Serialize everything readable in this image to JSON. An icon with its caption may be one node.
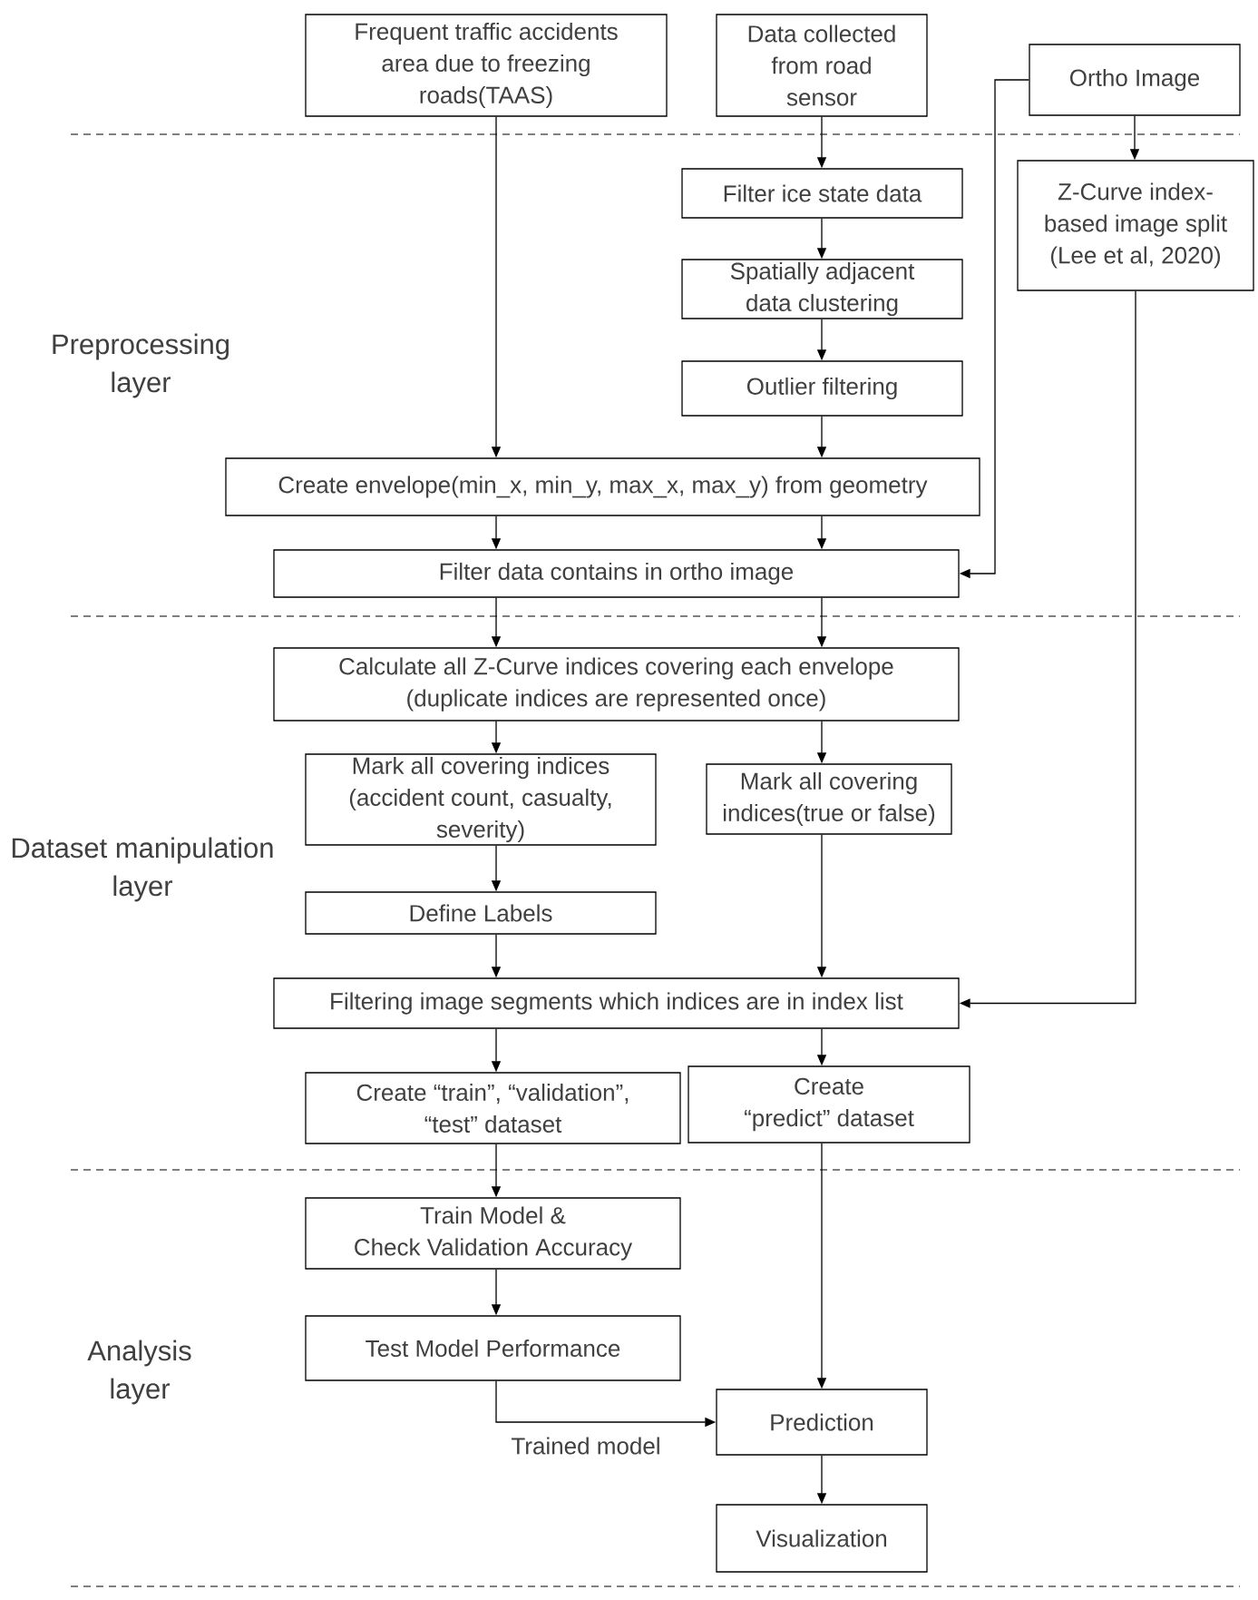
{
  "diagram": {
    "nodes": [
      {
        "text": [
          "Frequent traffic accidents area due to freezing roads(TAAS)"
        ]
      },
      {
        "text": [
          "Data collected from road sensor"
        ]
      },
      {
        "text": [
          "Ortho Image"
        ]
      },
      {
        "text": [
          "Filter ice state data"
        ]
      },
      {
        "text": [
          "Z-Curve index-based image split (Lee et al, 2020)"
        ]
      },
      {
        "text": [
          "Spatially adjacent data clustering"
        ]
      },
      {
        "text": [
          "Outlier filtering"
        ]
      },
      {
        "text": [
          "Create envelope(min_x, min_y, max_x, max_y) from geometry"
        ]
      },
      {
        "text": [
          "Filter data contains in ortho image"
        ]
      },
      {
        "text": [
          "Calculate all Z-Curve indices covering each envelope (duplicate indices are represented once)"
        ]
      },
      {
        "text": [
          "Mark all covering indices (accident count, casualty, severity)"
        ]
      },
      {
        "text": [
          "Mark all covering indices(true or false)"
        ]
      },
      {
        "text": [
          "Define Labels"
        ]
      },
      {
        "text": [
          "Filtering image segments which indices are in index list"
        ]
      },
      {
        "text": [
          "Create “train”, “validation”, “test” dataset"
        ]
      },
      {
        "text": [
          "Create “predict” dataset"
        ]
      },
      {
        "text": [
          "Train Model & Check Validation Accuracy"
        ]
      },
      {
        "text": [
          "Test Model Performance"
        ]
      },
      {
        "text": [
          "Prediction"
        ]
      },
      {
        "text": [
          "Visualization"
        ]
      }
    ],
    "edges": [
      {
        "from": 0,
        "to": 7,
        "arrow": "to"
      },
      {
        "from": 1,
        "to": 3,
        "arrow": "to"
      },
      {
        "from": 2,
        "to": 8,
        "arrow": "to"
      },
      {
        "from": 2,
        "to": 4,
        "arrow": "to"
      },
      {
        "from": 3,
        "to": 5,
        "arrow": "to"
      },
      {
        "from": 5,
        "to": 6,
        "arrow": "to"
      },
      {
        "from": 6,
        "to": 7,
        "arrow": "to"
      },
      {
        "from": 7,
        "to": 8,
        "arrow": "to"
      },
      {
        "from": 7,
        "to": 8,
        "arrow": "to"
      },
      {
        "from": 8,
        "to": 9,
        "arrow": "to"
      },
      {
        "from": 8,
        "to": 9,
        "arrow": "to"
      },
      {
        "from": 9,
        "to": 10,
        "arrow": "to"
      },
      {
        "from": 9,
        "to": 11,
        "arrow": "to"
      },
      {
        "from": 10,
        "to": 12,
        "arrow": "to"
      },
      {
        "from": 12,
        "to": 13,
        "arrow": "to"
      },
      {
        "from": 11,
        "to": 13,
        "arrow": "to"
      },
      {
        "from": 4,
        "to": 13,
        "arrow": "to"
      },
      {
        "from": 13,
        "to": 14,
        "arrow": "to"
      },
      {
        "from": 13,
        "to": 15,
        "arrow": "to"
      },
      {
        "from": 14,
        "to": 16,
        "arrow": "to"
      },
      {
        "from": 16,
        "to": 17,
        "arrow": "to"
      },
      {
        "from": 15,
        "to": 18,
        "arrow": "to"
      },
      {
        "from": 17,
        "to": 18,
        "arrow": "to",
        "label": "Trained model"
      },
      {
        "from": 18,
        "to": 19,
        "arrow": "to"
      }
    ],
    "labels": [
      "Preprocessing layer",
      "Dataset manipulation layer",
      "Analysis layer"
    ]
  }
}
